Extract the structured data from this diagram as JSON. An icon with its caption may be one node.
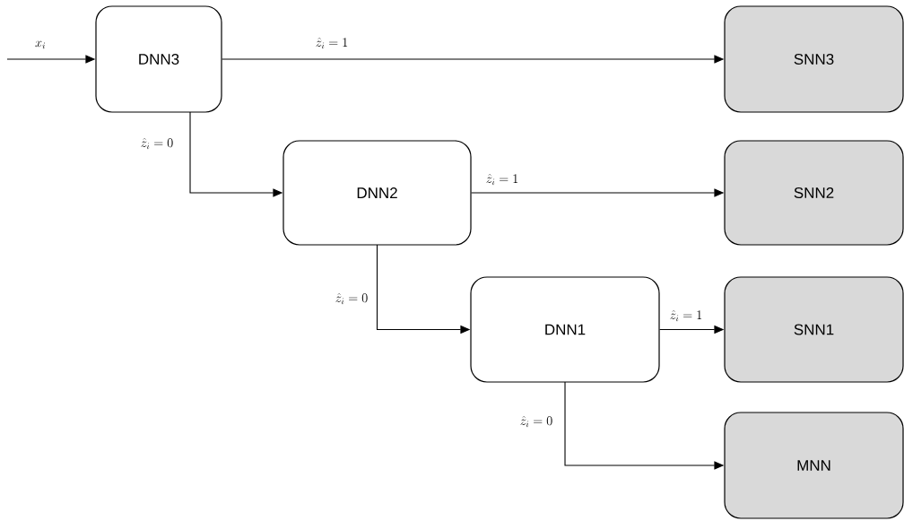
{
  "diagram": {
    "nodes": [
      {
        "text": [
          "DNN3"
        ]
      },
      {
        "text": [
          "SNN3"
        ]
      },
      {
        "text": [
          "DNN2"
        ]
      },
      {
        "text": [
          "SNN2"
        ]
      },
      {
        "text": [
          "DNN1"
        ]
      },
      {
        "text": [
          "SNN1"
        ]
      },
      {
        "text": [
          "MNN"
        ]
      }
    ],
    "edges": [
      {
        "from": null,
        "to": 0,
        "arrow": "to",
        "label": "x_i"
      },
      {
        "from": 0,
        "to": 1,
        "arrow": "to",
        "label": "\\hat{z}_i = 1"
      },
      {
        "from": 0,
        "to": 2,
        "arrow": "to",
        "label": "\\hat{z}_i = 0"
      },
      {
        "from": 2,
        "to": 3,
        "arrow": "to",
        "label": "\\hat{z}_i = 1"
      },
      {
        "from": 2,
        "to": 4,
        "arrow": "to",
        "label": "\\hat{z}_i = 0"
      },
      {
        "from": 4,
        "to": 5,
        "arrow": "to",
        "label": "\\hat{z}_i = 1"
      },
      {
        "from": 4,
        "to": 6,
        "arrow": "to",
        "label": "\\hat{z}_i = 0"
      }
    ]
  }
}
